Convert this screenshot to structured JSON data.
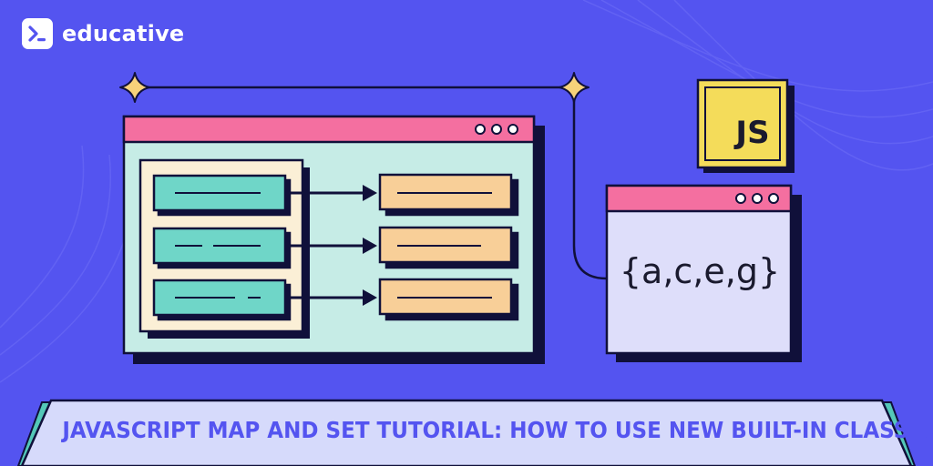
{
  "brand": {
    "name": "educative",
    "logo_icon": "terminal-prompt-icon"
  },
  "illustration": {
    "set_literal": "{a,c,e,g}",
    "js_badge": "JS",
    "window_controls_icon": "three-dots-icon",
    "sparkle_icon": "sparkle-icon"
  },
  "title": "JAVASCRIPT MAP AND SET TUTORIAL: HOW TO USE NEW BUILT-IN CLASSES",
  "colors": {
    "background": "#5454f0",
    "window_bar": "#f46fa0",
    "map_window_body": "#c6ece6",
    "set_window_body": "#dedefa",
    "keys_panel": "#fbefd6",
    "key_box": "#6fd6c8",
    "value_box": "#f8cf98",
    "js_badge": "#f4dc5a",
    "outline": "#10103a",
    "banner": "#d6dafb",
    "banner_edge": "#54c8b8"
  }
}
